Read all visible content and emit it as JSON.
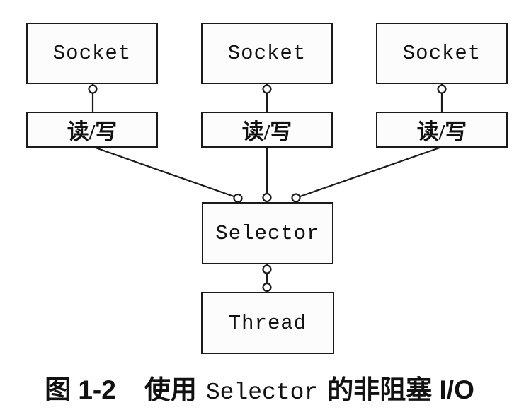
{
  "figure": {
    "boxes": {
      "sockets": [
        {
          "label": "Socket"
        },
        {
          "label": "Socket"
        },
        {
          "label": "Socket"
        }
      ],
      "read_write": [
        {
          "label": "读/写"
        },
        {
          "label": "读/写"
        },
        {
          "label": "读/写"
        }
      ],
      "selector": {
        "label": "Selector"
      },
      "thread": {
        "label": "Thread"
      }
    },
    "caption": {
      "figure_number": "图 1-2",
      "text_before_code": "使用",
      "code": "Selector",
      "text_after_code": "的非阻塞 I/O"
    },
    "connector_style": "line-with-hollow-circle-endpoints"
  },
  "colors": {
    "line": "#1a1a1a",
    "box_fill": "#fcfcfc",
    "background": "#ffffff",
    "text": "#111111"
  }
}
